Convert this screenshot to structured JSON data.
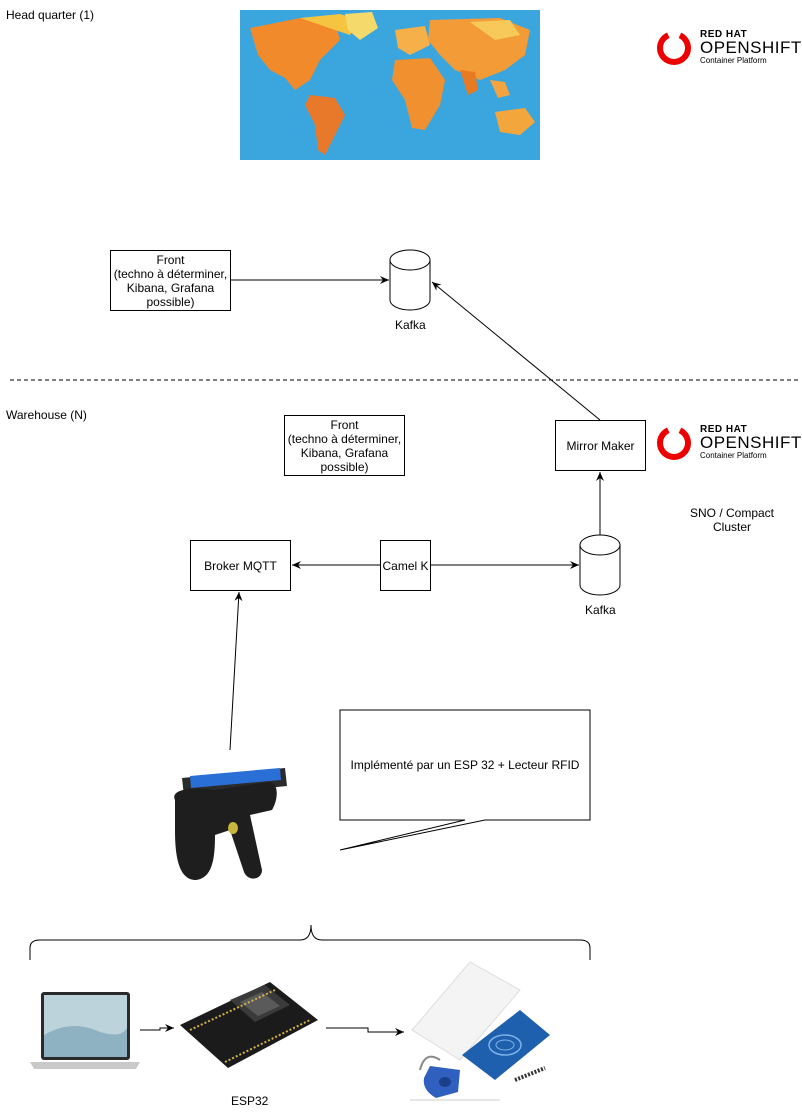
{
  "regions": {
    "headquarter": "Head quarter (1)",
    "warehouse": "Warehouse (N)"
  },
  "hq": {
    "front": "Front\n(techno à déterminer,\nKibana, Grafana\npossible)",
    "kafka": "Kafka"
  },
  "warehouse": {
    "front": "Front\n(techno à déterminer,\nKibana, Grafana\npossible)",
    "mirror_maker": "Mirror Maker",
    "kafka": "Kafka",
    "camel": "Camel K",
    "broker": "Broker MQTT",
    "sno_label": "SNO / Compact\nCluster",
    "callout": "Implémenté par un ESP 32 + Lecteur RFID",
    "esp_label": "ESP32"
  },
  "logos": {
    "line1": "RED HAT",
    "line2": "OPENSHIFT",
    "line3": "Container Platform",
    "color": "#ee0000"
  }
}
